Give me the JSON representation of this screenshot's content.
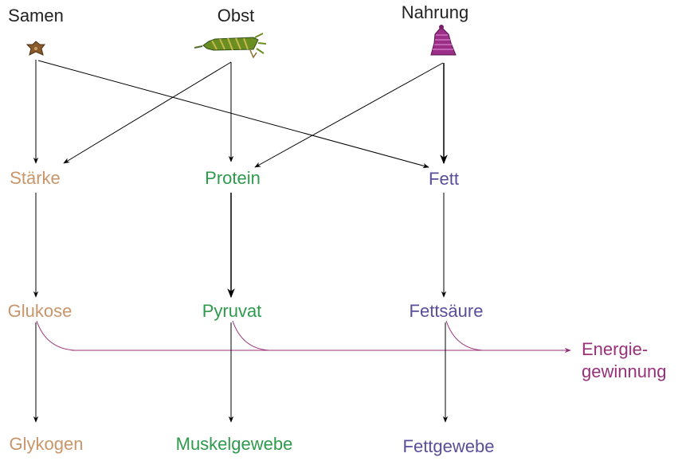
{
  "sources": {
    "samen": "Samen",
    "obst": "Obst",
    "nahrung": "Nahrung"
  },
  "macros": {
    "staerke": "Stärke",
    "protein": "Protein",
    "fett": "Fett"
  },
  "intermediates": {
    "glukose": "Glukose",
    "pyruvat": "Pyruvat",
    "fettsaeure": "Fettsäure"
  },
  "stores": {
    "glykogen": "Glykogen",
    "muskelgewebe": "Muskelgewebe",
    "fettgewebe": "Fettgewebe"
  },
  "energy": {
    "line1": "Energie-",
    "line2": "gewinnung"
  },
  "colors": {
    "black": "#000000",
    "sources_text": "#222222",
    "staerke": "#c8966a",
    "protein": "#2e9a4b",
    "fett": "#5a4d9a",
    "energy": "#98307a"
  },
  "icons": {
    "samen": "seed-icon",
    "obst": "fruit-icon",
    "nahrung": "food-pile-icon"
  }
}
